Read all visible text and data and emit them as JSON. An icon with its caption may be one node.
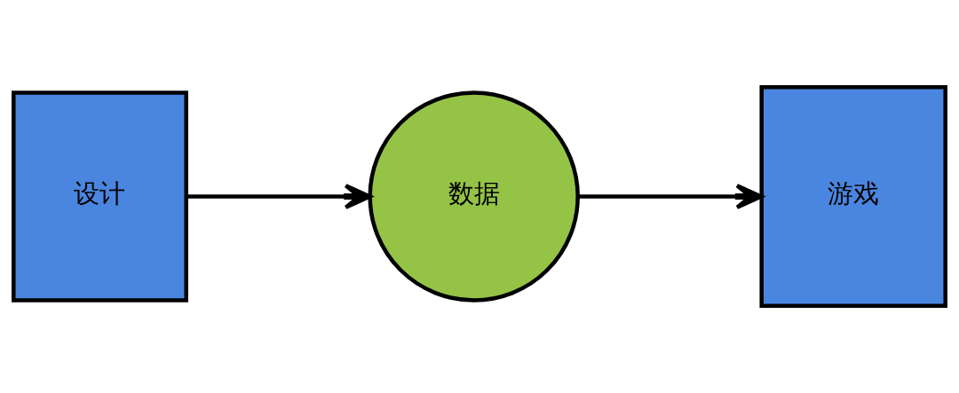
{
  "diagram": {
    "nodes": [
      {
        "text": [
          "设计"
        ]
      },
      {
        "text": [
          "数据"
        ]
      },
      {
        "text": [
          "游戏"
        ]
      }
    ],
    "edges": [
      {
        "from": 0,
        "to": 1,
        "arrow": "to"
      },
      {
        "from": 1,
        "to": 2,
        "arrow": "to"
      }
    ]
  }
}
